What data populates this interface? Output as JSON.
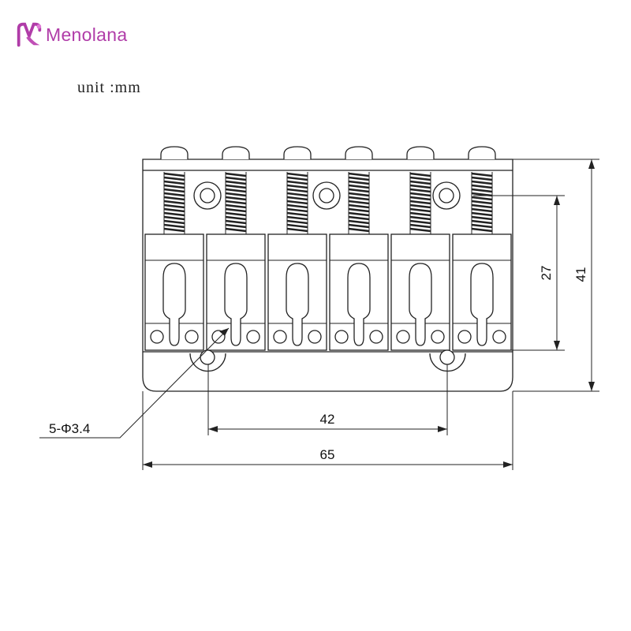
{
  "brand": {
    "name": "Menolana",
    "logo_icon": "menolana-logo-icon",
    "color": "#b03ca8"
  },
  "unit_label": "unit :mm",
  "dimensions": {
    "screw_spacing": "42",
    "total_width": "65",
    "saddle_height": "27",
    "total_height": "41",
    "mount_holes": "5-Φ3.4"
  },
  "saddle_count": 6
}
